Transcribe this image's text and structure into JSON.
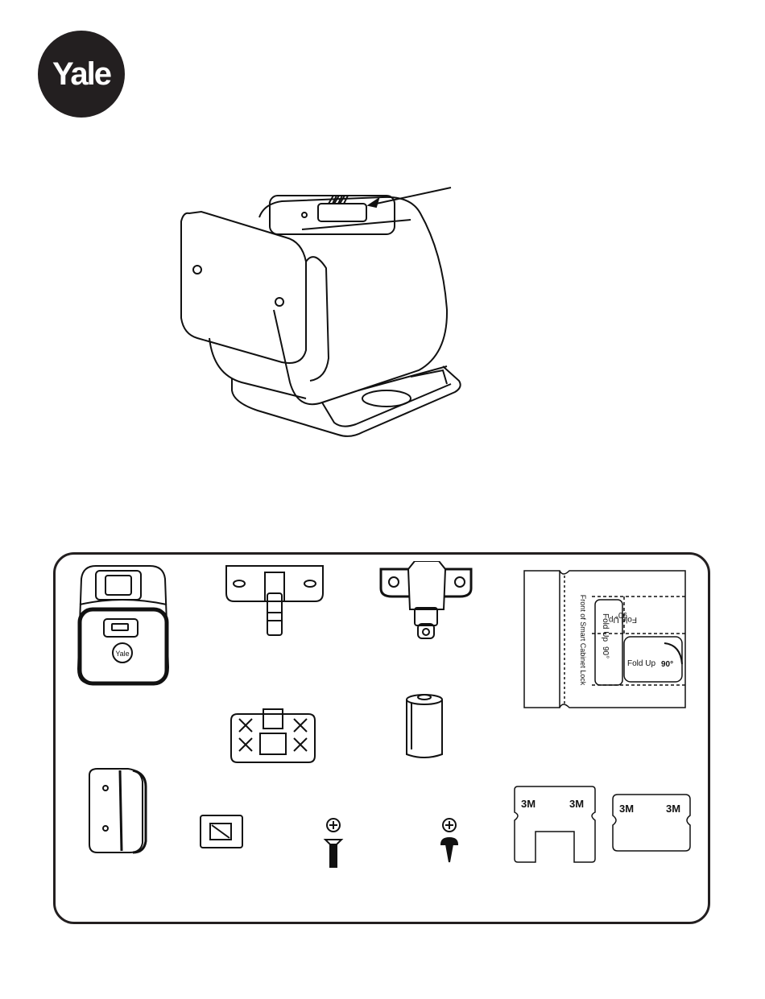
{
  "brand": {
    "logo_text": "Yale"
  },
  "parts": {
    "lock_logo_text": "Yale",
    "template": {
      "front_label": "Front of Smart Cabinet Lock",
      "fold_up_1": "Fold Up",
      "fold_up_1_angle": "90°",
      "fold_up_2": "Fold Up",
      "fold_up_2_angle": "90°",
      "fold_up_3": "Fold Up",
      "fold_up_3_angle": "90°"
    },
    "adhesive_1": {
      "left": "3M",
      "right": "3M"
    },
    "adhesive_2": {
      "left": "3M",
      "right": "3M"
    }
  }
}
